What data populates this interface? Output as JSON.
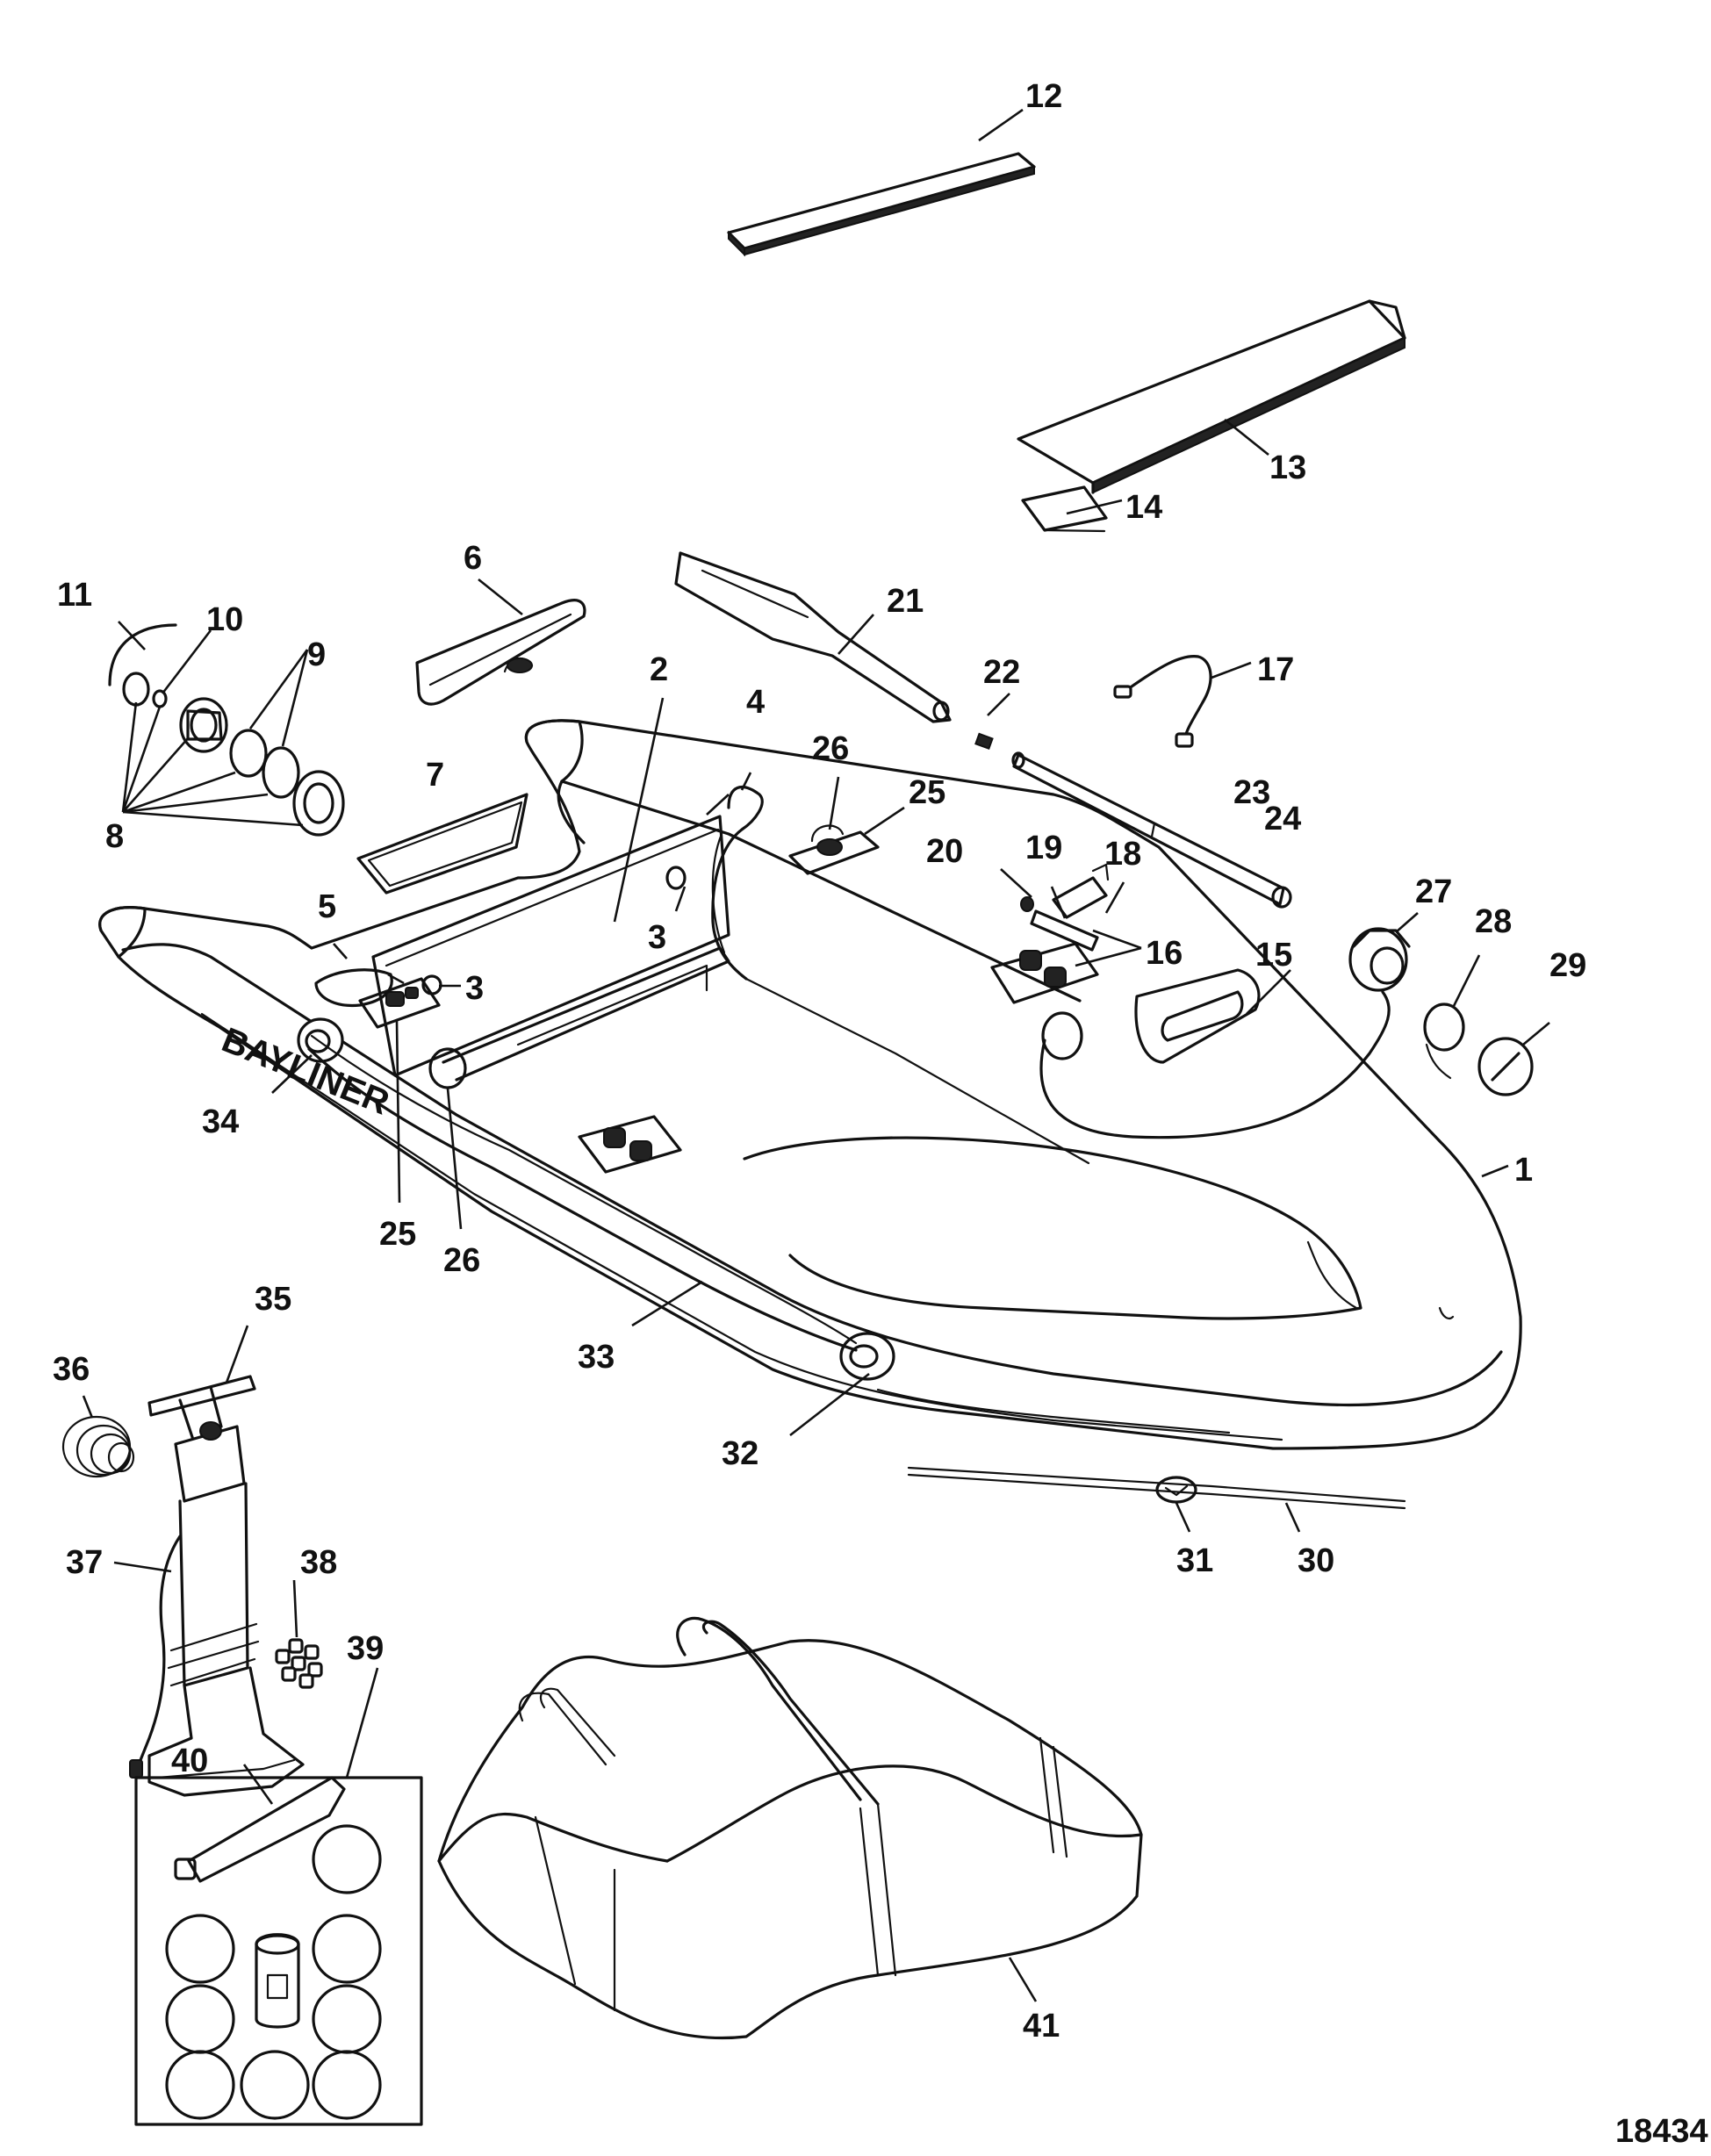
{
  "diagram": {
    "brand_text": "BAYLINER",
    "reference_number": "18434",
    "callouts": [
      "1",
      "2",
      "3",
      "3",
      "4",
      "5",
      "6",
      "7",
      "8",
      "9",
      "10",
      "11",
      "12",
      "13",
      "14",
      "15",
      "16",
      "17",
      "18",
      "19",
      "20",
      "21",
      "22",
      "23",
      "24",
      "25",
      "25",
      "26",
      "26",
      "27",
      "28",
      "29",
      "30",
      "31",
      "32",
      "33",
      "34",
      "35",
      "36",
      "37",
      "38",
      "39",
      "40",
      "41"
    ]
  }
}
